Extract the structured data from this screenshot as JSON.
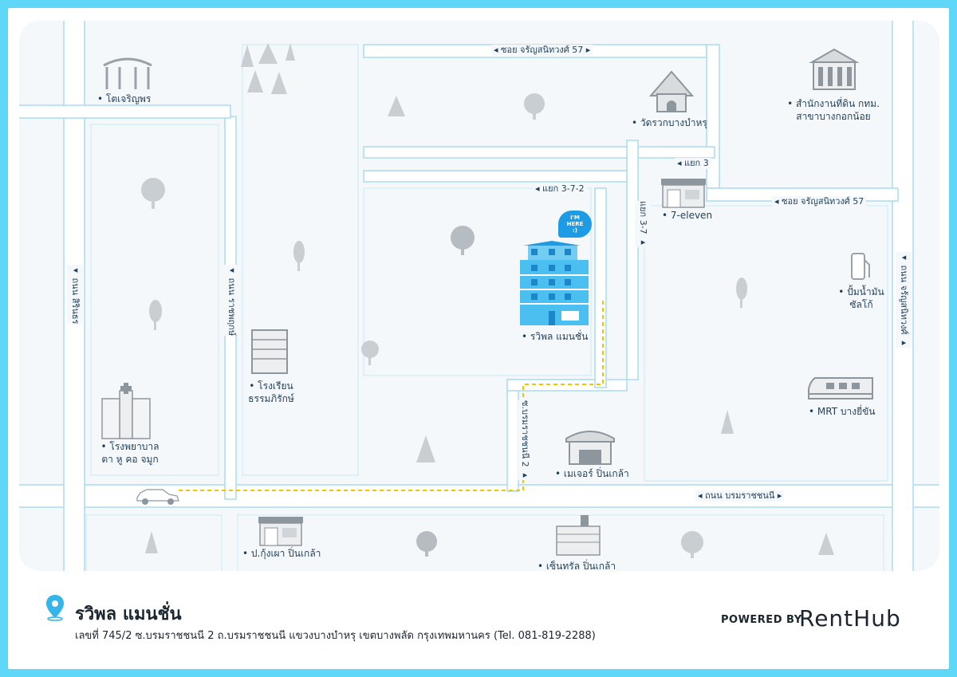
{
  "property": {
    "name": "รวิพล แมนชั่น",
    "address": "เลขที่ 745/2 ซ.บรมราชชนนี 2 ถ.บรมราชชนนี แขวงบางบำหรุ เขตบางพลัด กรุงเทพมหานคร (Tel. 081-819-2288)"
  },
  "footer": {
    "powered_by": "POWERED BY",
    "brand": "RentHub"
  },
  "marker": {
    "line1": "I'M",
    "line2": "HERE",
    "line3": ":)"
  },
  "roads": {
    "soi_top": "◂ ซอย จรัญสนิทวงศ์ 57 ▸",
    "soi_right": "◂ ซอย จรัญสนิทวงศ์ 57",
    "yaek3": "◂ แยก 3",
    "yaek372": "◂ แยก 3-7-2",
    "yaek37": "แยก 3-7 ▸",
    "borom": "◂ ถนน บรมราชชนนี ▸",
    "borom2": "ซ.บรมราชชนนี 2 ▸",
    "sirinthon": "◂ ถนน สิรินธร",
    "rapruk": "◂ ถนน ราชพฤกษ์",
    "jaran": "◂ ถนน จรัญสนิทวงศ์ ▸"
  },
  "places": {
    "toje": "• โตเจริญพร",
    "wat": "• วัดรวกบางบำหรุ",
    "land1": "• สำนักงานที่ดิน กทม.",
    "land2": "สาขาบางกอกน้อย",
    "seven": "• 7-eleven",
    "ravipon": "• รวิพล แมนชั่น",
    "gas1": "• ปั้มน้ำมัน",
    "gas2": "ซัลโก้",
    "school1": "• โรงเรียน",
    "school2": "ธรรมภิรักษ์",
    "mrt": "• MRT บางยี่ขัน",
    "hosp1": "• โรงพยาบาล",
    "hosp2": "ตา หู คอ จมูก",
    "major": "• เมเจอร์ ปิ่นเกล้า",
    "kungpao": "• ป.กุ้งเผา ปิ่นเกล้า",
    "central": "• เซ็นทรัล ปิ่นเกล้า"
  },
  "colors": {
    "road": "#a8dcef",
    "route": "#f5c400",
    "building": "#3db8ef",
    "pin": "#35b6ea",
    "background": "#5fd7f7"
  },
  "icons": [
    "car-icon",
    "tree-icon",
    "temple-icon",
    "government-building-icon",
    "store-icon",
    "gas-station-icon",
    "train-icon",
    "hospital-icon",
    "school-icon",
    "mall-icon",
    "pin-icon"
  ]
}
